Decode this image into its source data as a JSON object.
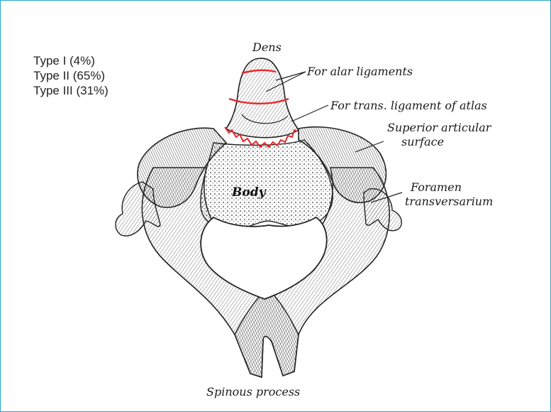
{
  "fracture_types": [
    {
      "label": "Type I (4%)"
    },
    {
      "label": "Type II (65%)"
    },
    {
      "label": "Type III (31%)"
    }
  ],
  "labels": {
    "dens": "Dens",
    "alar": "For alar ligaments",
    "trans": "For trans. ligament of atlas",
    "superior_line1": "Superior articular",
    "superior_line2": "surface",
    "foramen_line1": "Foramen",
    "foramen_line2": "transversarium",
    "body": "Body",
    "spinous": "Spinous process"
  },
  "colors": {
    "frame": "#2aa7c9",
    "fracture_lines": "#e8262e",
    "bone_ink": "#2a2a2a"
  }
}
